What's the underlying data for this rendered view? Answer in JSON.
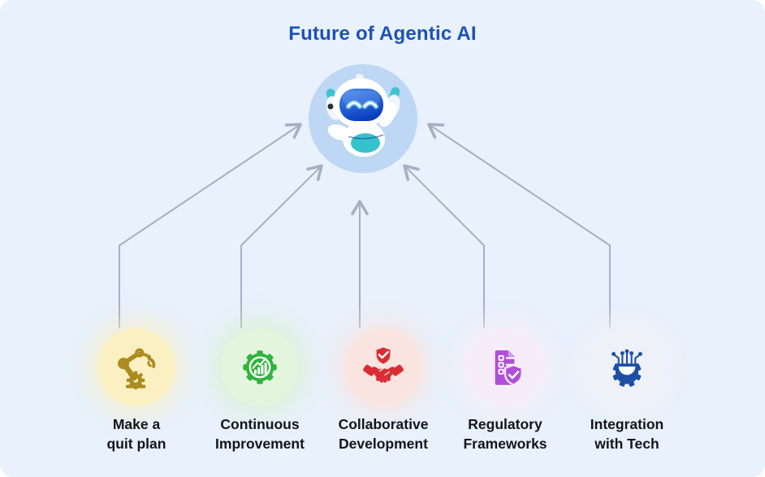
{
  "title": "Future of Agentic AI",
  "title_color": "#1d52b5",
  "background_color": "#e8f1fc",
  "connector_color": "#a6b0c0",
  "center_node": {
    "icon": "robot-mascot-icon",
    "circle_color": "#bdd7f4",
    "connected_from_all_nodes": true
  },
  "nodes": [
    {
      "label": "Make a\nquit plan",
      "icon": "robotic-arm-icon",
      "icon_color": "#ac8c20",
      "circle_color": "#fbf0c2",
      "connects_to_center": true
    },
    {
      "label": "Continuous\nImprovement",
      "icon": "gear-chart-icon",
      "icon_color": "#2fb43c",
      "circle_color": "#e4f5de",
      "connects_to_center": true
    },
    {
      "label": "Collaborative\nDevelopment",
      "icon": "handshake-shield-icon",
      "icon_color": "#d92d33",
      "circle_color": "#fae4e0",
      "connects_to_center": true
    },
    {
      "label": "Regulatory\nFrameworks",
      "icon": "document-shield-icon",
      "icon_color": "#b050d8",
      "circle_color": "#f6ecf9",
      "connects_to_center": true
    },
    {
      "label": "Integration\nwith Tech",
      "icon": "circuit-gear-icon",
      "icon_color": "#1d4fa4",
      "circle_color": "#eef1f7",
      "connects_to_center": true
    }
  ]
}
